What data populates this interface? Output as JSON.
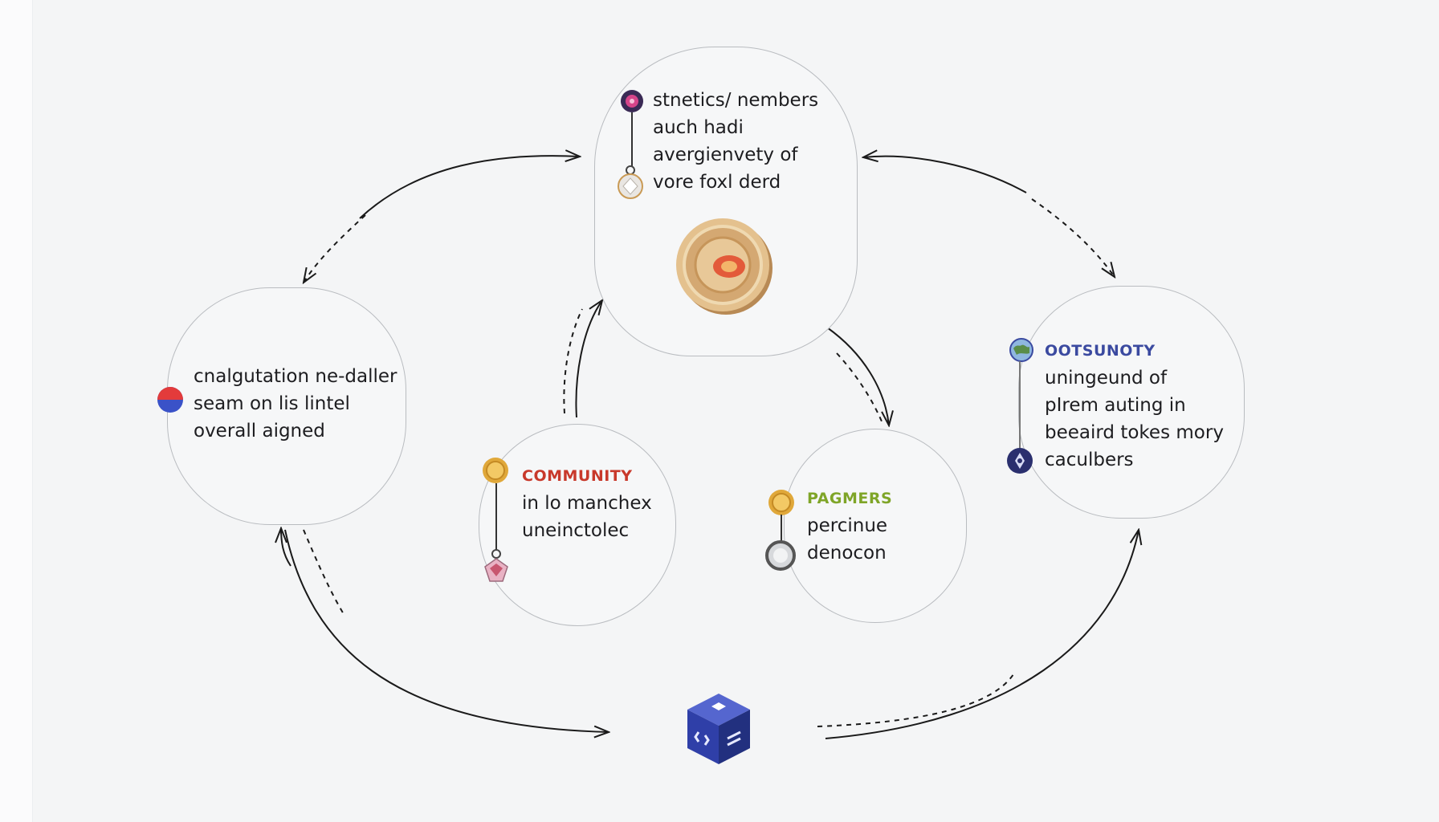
{
  "nodes": {
    "top": {
      "lines": [
        "stnetics/ nembers",
        "auch hadi",
        "avergienvety of",
        "vore foxl derd"
      ]
    },
    "left": {
      "lines": [
        "cnalgutation ne-daller",
        "seam on lis lintel",
        "overall aigned"
      ]
    },
    "community": {
      "heading": "COMMUNITY",
      "lines": [
        "in lo manchex",
        "uneinctolec"
      ]
    },
    "pagmers": {
      "heading": "PAGMERS",
      "lines": [
        "percinue",
        "denocon"
      ]
    },
    "opportunity": {
      "heading": "OOTSUNOTY",
      "lines": [
        "uningeund of",
        "pIrem auting in",
        "beeaird tokes mory",
        "caculbers"
      ]
    }
  },
  "icons": {
    "top_marker": "purple-badge-icon",
    "top_gem": "gem-icon",
    "coin": "gold-coin-icon",
    "left_marker": "red-blue-dot-icon",
    "community_coin": "small-coin-icon",
    "community_gem": "pink-gem-icon",
    "pagmers_coin": "small-coin-icon",
    "pagmers_ring": "ring-icon",
    "opportunity_globe": "globe-icon",
    "opportunity_badge": "navy-badge-icon",
    "hub_cube": "blue-cube-icon"
  },
  "colors": {
    "community_heading": "#c8392b",
    "pagmers_heading": "#7fa528",
    "opportunity_heading": "#3b4aa0",
    "cube": "#2f3fa8",
    "arrow": "#1a1a1a"
  }
}
